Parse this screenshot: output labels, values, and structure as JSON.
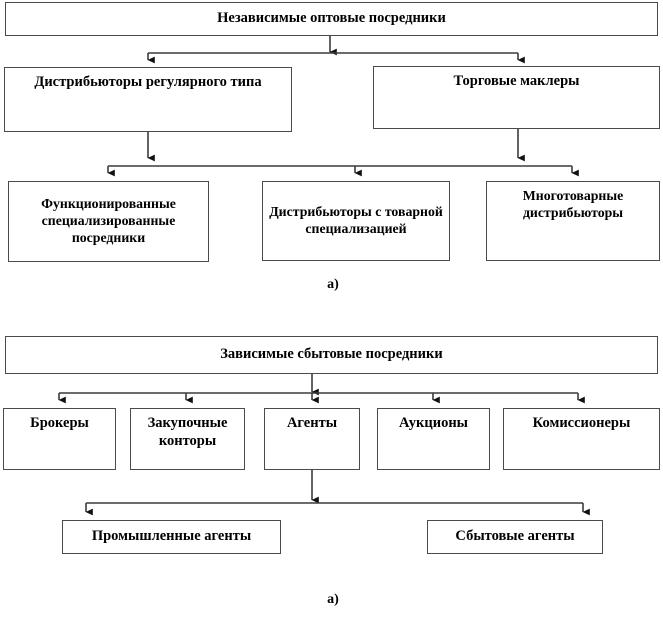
{
  "diagram_a": {
    "caption": "а)",
    "root": {
      "label": "Независимые оптовые посредники"
    },
    "level2": [
      {
        "label": "Дистрибьюторы регулярного типа"
      },
      {
        "label": "Торговые маклеры"
      }
    ],
    "level3": [
      {
        "label": "Функционированные специализированные посредники"
      },
      {
        "label": "Дистрибьюторы с товарной специализацией"
      },
      {
        "label": "Многотоварные дистрибьюторы"
      }
    ]
  },
  "diagram_b": {
    "caption": "а)",
    "root": {
      "label": "Зависимые сбытовые посредники"
    },
    "level2": [
      {
        "label": "Брокеры"
      },
      {
        "label": "Закупочные конторы"
      },
      {
        "label": "Агенты"
      },
      {
        "label": "Аукционы"
      },
      {
        "label": "Комиссионеры"
      }
    ],
    "level3": [
      {
        "label": "Промышленные агенты"
      },
      {
        "label": "Сбытовые агенты"
      }
    ]
  },
  "style": {
    "border_color": "#4a4a4a",
    "line_color": "#1a1a1a",
    "background": "#ffffff",
    "text_color": "#000000"
  }
}
